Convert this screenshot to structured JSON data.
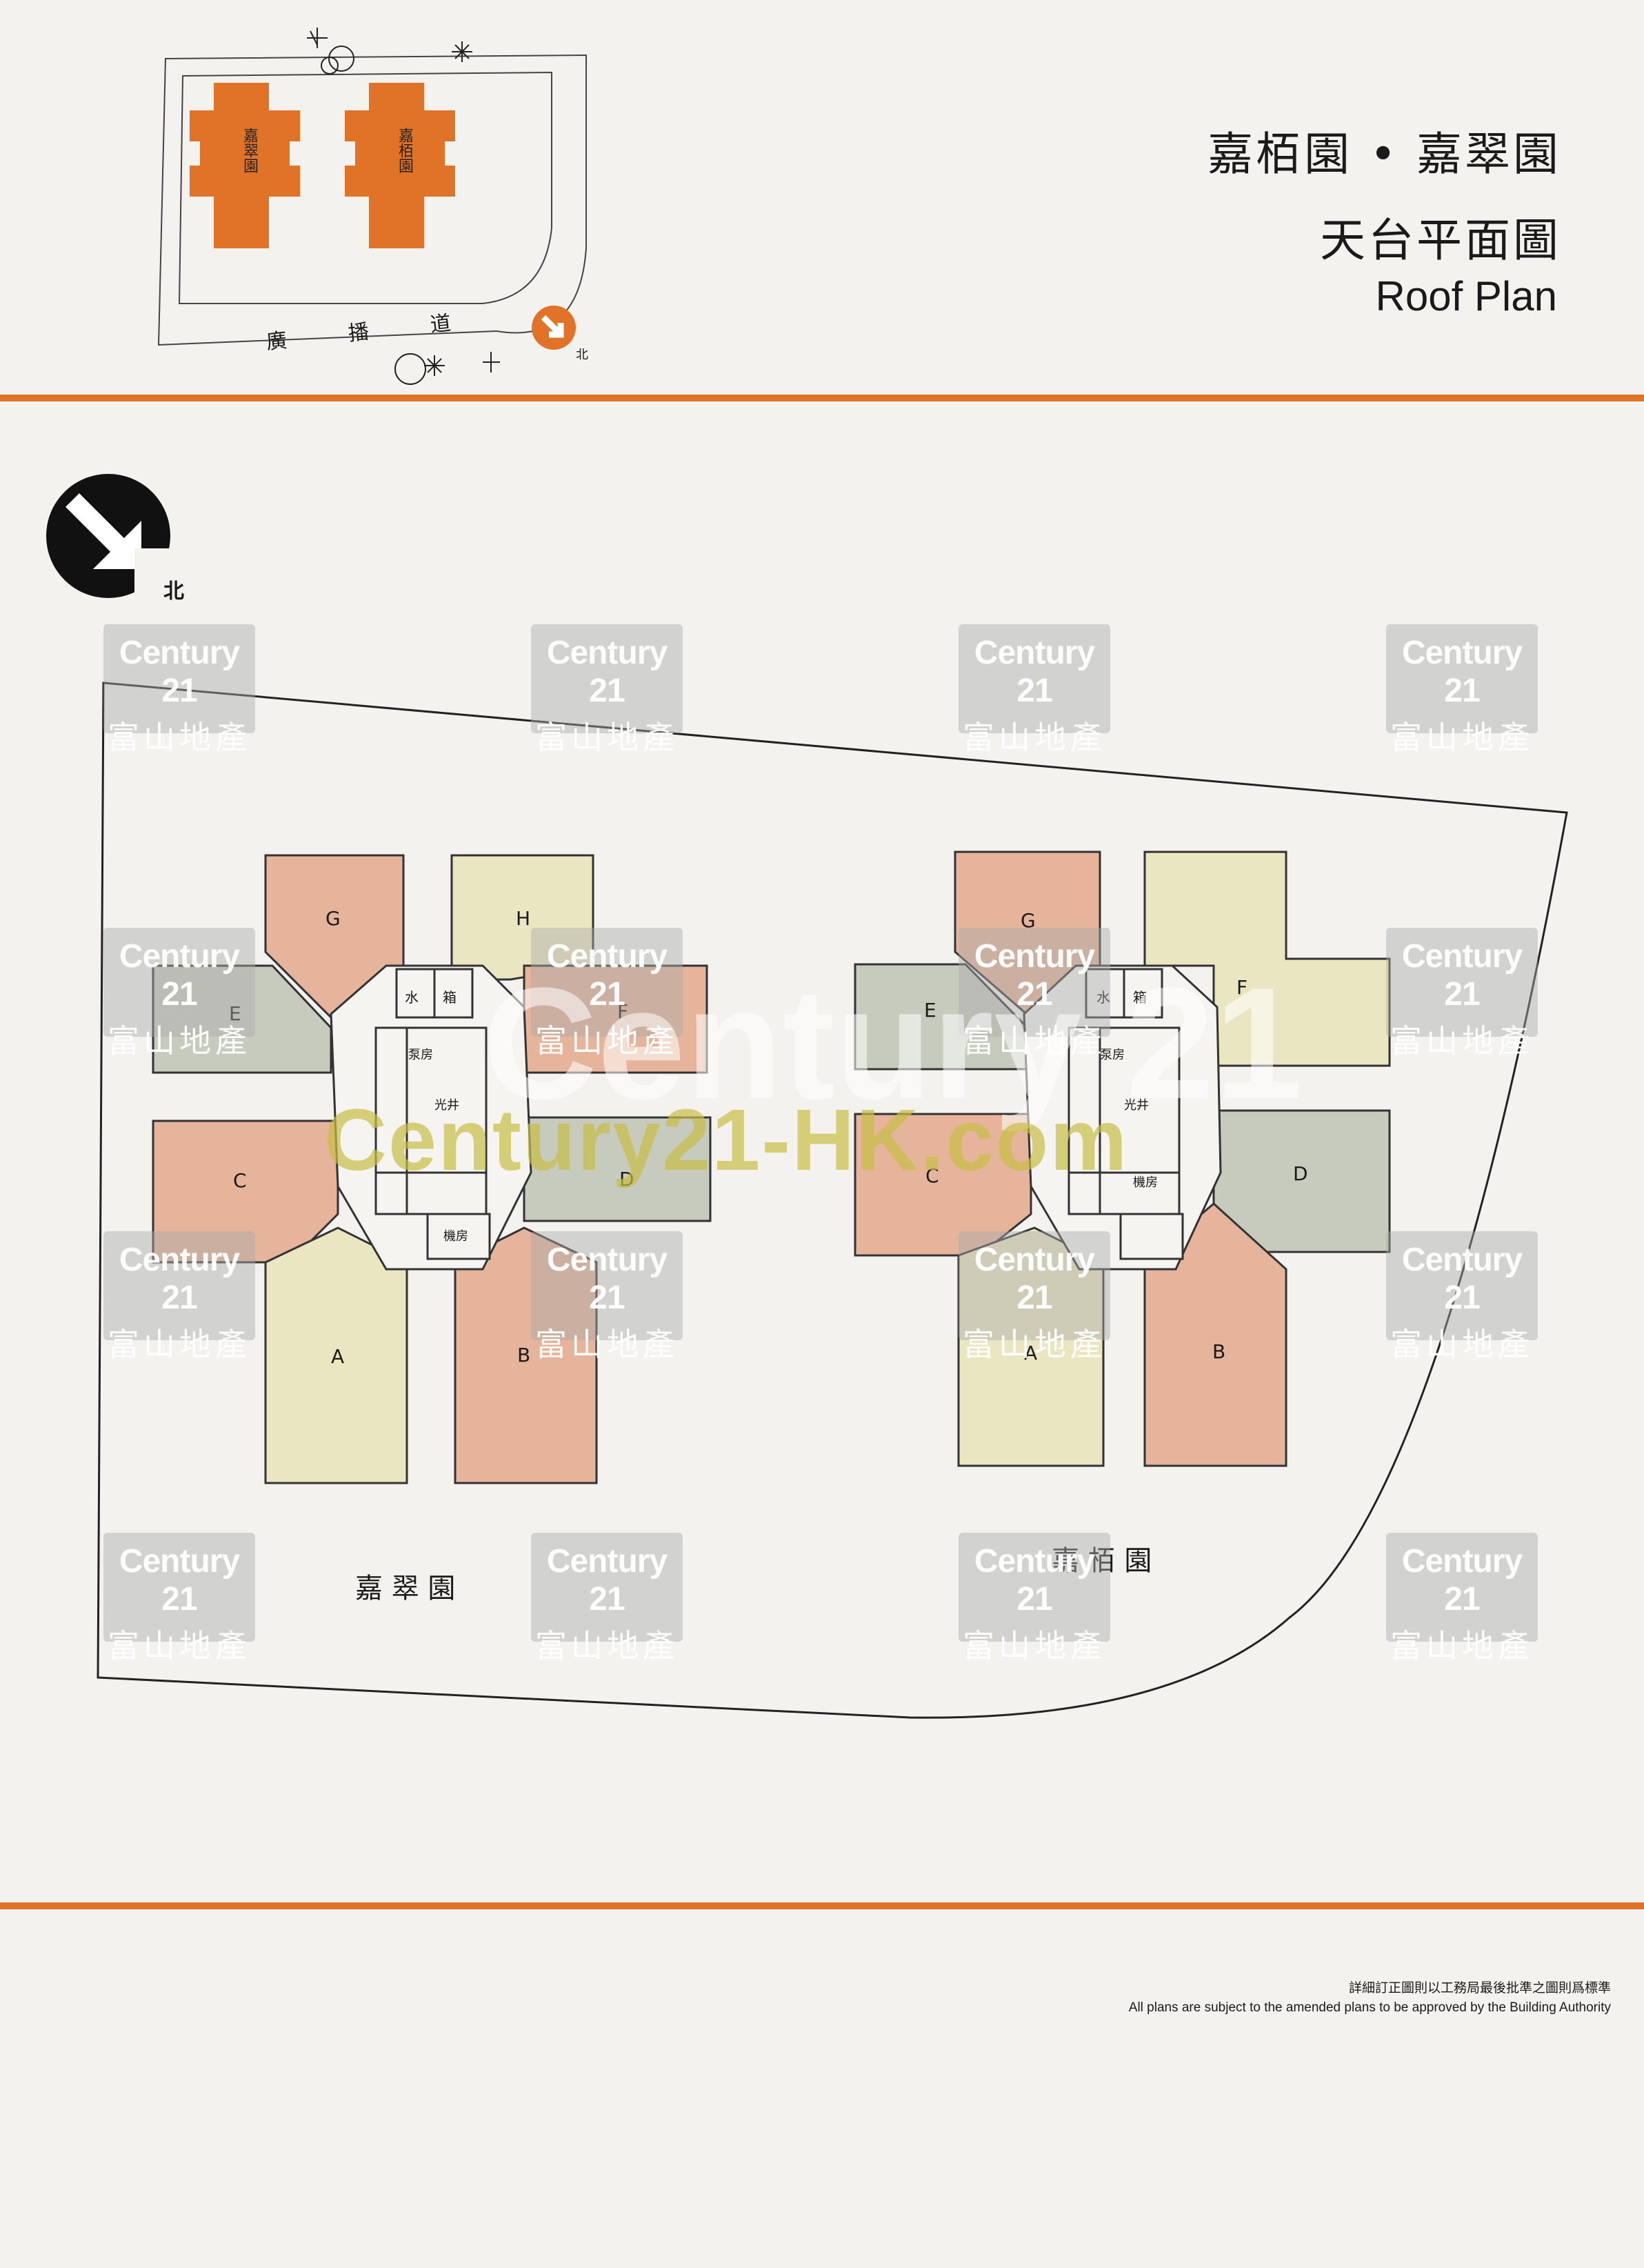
{
  "header": {
    "title_line1": "嘉栢園 • 嘉翠園",
    "title_line2": "天台平面圖",
    "title_en": "Roof Plan"
  },
  "key_plan": {
    "block_left_label": "嘉翠園",
    "block_right_label": "嘉栢園",
    "road_label": "廣 播 道",
    "north_label": "北"
  },
  "site_plan": {
    "north_label": "北",
    "building_left_name": "嘉 翠 園",
    "building_right_name": "嘉 栢 園",
    "core_labels": {
      "water_tank_1": "水",
      "water_tank_2": "箱",
      "pump_room": "泵房",
      "light_well": "光井",
      "machine_room": "機房"
    },
    "left_units": [
      "A",
      "B",
      "C",
      "D",
      "E",
      "F",
      "G",
      "H"
    ],
    "right_units": [
      "A",
      "B",
      "C",
      "D",
      "E",
      "F",
      "G"
    ]
  },
  "watermark": {
    "brand": "Century 21",
    "brand_cn": "富山地產",
    "site": "Century21-HK.com"
  },
  "footer": {
    "note_cn": "詳細訂正圖則以工務局最後批準之圖則爲標準",
    "note_en": "All plans are subject to the amended plans to be approved by the Building Authority"
  },
  "colors": {
    "accent_orange": "#e07327",
    "unit_pink": "#e6b49a",
    "unit_cream": "#ebe6c2",
    "unit_grey": "#c6cbbd"
  }
}
